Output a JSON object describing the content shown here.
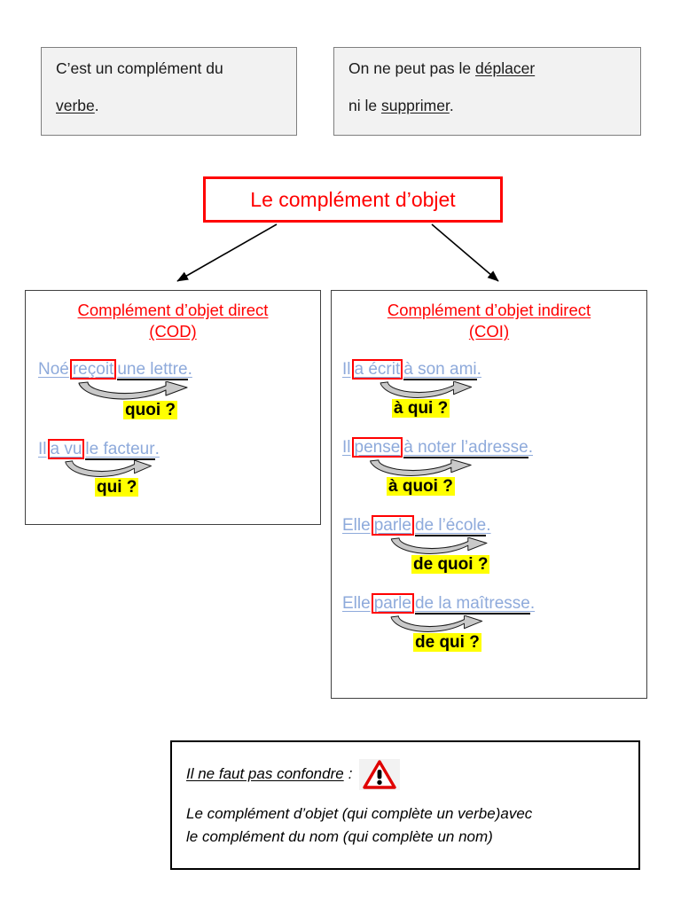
{
  "colors": {
    "red": "#FF0000",
    "sentence_blue": "#8EAADB",
    "highlight_yellow": "#FFFF00",
    "fact_box_fill": "#F2F2F2",
    "box_border": "#404040"
  },
  "facts": [
    {
      "id": "fact-verbe",
      "line1_pre": "C’est un complément du",
      "line2_underlined": "verbe",
      "line2_post": "."
    },
    {
      "id": "fact-deplacer",
      "line1_pre": "On ne peut pas le ",
      "line1_underlined": "déplacer",
      "line2_pre": "ni le ",
      "line2_underlined": "supprimer",
      "line2_post": "."
    }
  ],
  "title": {
    "label": "Le complément d’objet"
  },
  "categories": [
    {
      "id": "cod",
      "title_line1": "Complément d’objet direct",
      "title_line2": "(COD)",
      "examples": [
        {
          "subject": "Noé ",
          "verb": "reçoit",
          "complement": " une lettre",
          "tail": ".",
          "question": "quoi ?"
        },
        {
          "subject": "Il",
          "verb": "a vu",
          "complement": " le facteur",
          "tail": ".",
          "question": "qui ?"
        }
      ]
    },
    {
      "id": "coi",
      "title_line1": "Complément d’objet indirect",
      "title_line2": "(COI)",
      "examples": [
        {
          "subject": "Il ",
          "verb": "a écrit",
          "complement": " à son ami",
          "tail": ".",
          "question": "à qui ?"
        },
        {
          "subject": "Il",
          "verb": "pense",
          "complement": "à noter l’adresse",
          "tail": ".",
          "question": "à quoi ?"
        },
        {
          "subject": "Elle ",
          "verb": "parle",
          "complement": " de l’école",
          "tail": ".",
          "question": "de quoi ?"
        },
        {
          "subject": "Elle ",
          "verb": "parle",
          "complement": " de la maîtresse",
          "tail": ".",
          "question": "de qui ?"
        }
      ]
    }
  ],
  "warning": {
    "lead": "Il ne faut pas confondre",
    "colon": ":",
    "icon": "warning-triangle-icon",
    "body_line1": "Le complément d’objet (qui complète un verbe)avec",
    "body_line2": "le complément du nom (qui complète un nom)"
  }
}
